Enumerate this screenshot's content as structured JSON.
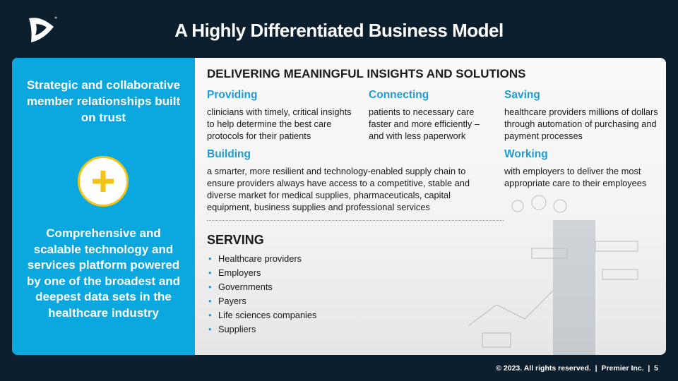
{
  "header": {
    "title": "A Highly Differentiated Business Model"
  },
  "left_panel": {
    "top_text": "Strategic and collaborative member relationships built on trust",
    "icon": "plus-icon",
    "bottom_text": "Comprehensive and scalable technology and services platform powered by one of the broadest and deepest data sets in the healthcare industry"
  },
  "insights": {
    "heading": "DELIVERING MEANINGFUL INSIGHTS AND SOLUTIONS",
    "items": [
      {
        "title": "Providing",
        "text": "clinicians with timely, critical insights to help determine the best care protocols for their patients"
      },
      {
        "title": "Connecting",
        "text": "patients to necessary care faster and more efficiently – and with less paperwork"
      },
      {
        "title": "Saving",
        "text": "healthcare providers millions of dollars through automation of purchasing and payment processes"
      },
      {
        "title": "Building",
        "text": "a smarter, more resilient and technology-enabled supply chain to ensure providers always have access to a competitive, stable and diverse market for medical supplies, pharmaceuticals, capital equipment, business supplies and professional services"
      },
      {
        "title": "Working",
        "text": "with employers to deliver the most appropriate care to their employees"
      }
    ]
  },
  "serving": {
    "heading": "SERVING",
    "items": [
      "Healthcare providers",
      "Employers",
      "Governments",
      "Payers",
      "Life sciences companies",
      "Suppliers"
    ]
  },
  "footer": {
    "text": "© 2023. All rights reserved.  |  Premier Inc.  |  5"
  },
  "colors": {
    "background": "#0c1f2e",
    "accent_blue": "#0ba8e0",
    "subheading_blue": "#1e9ad6",
    "plus_yellow": "#f3c316"
  }
}
